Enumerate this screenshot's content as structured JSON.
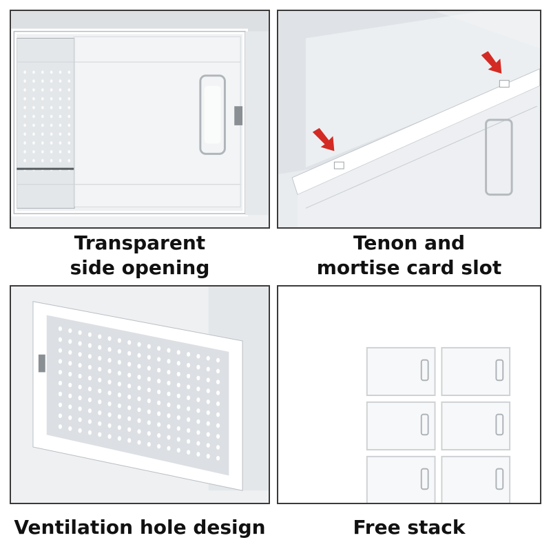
{
  "panels": [
    {
      "caption_line1": "Transparent",
      "caption_line2": "side opening"
    },
    {
      "caption_line1": "Tenon and",
      "caption_line2": "mortise card slot"
    },
    {
      "caption_line1": "Ventilation hole design",
      "caption_line2": ""
    },
    {
      "caption_line1": "Free stack",
      "caption_line2": ""
    }
  ],
  "colors": {
    "border": "#3a3a3a",
    "arrow": "#d42a24",
    "frame": "#ffffff",
    "plastic": "#e7eaed"
  }
}
